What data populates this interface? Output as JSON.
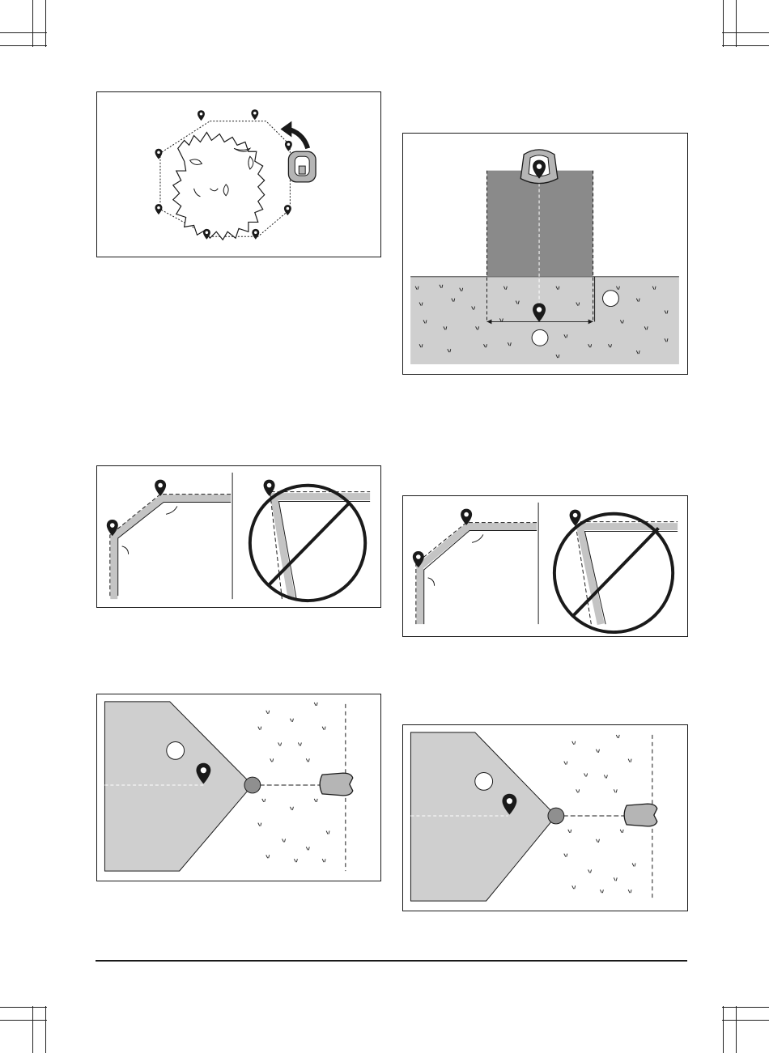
{
  "page": {
    "footer_text": ""
  },
  "colors": {
    "ink": "#1a1a1a",
    "grass": "#cfcfcf",
    "dark_area": "#8a8a8a",
    "wire_path": "#c4c4c4",
    "ball": "#8f8f8f",
    "mower": "#b5b5b5"
  },
  "figures": [
    {
      "id": "shrub-boundary-pins",
      "callouts": []
    },
    {
      "id": "dark-area-passage",
      "callouts": [
        "",
        ""
      ]
    },
    {
      "id": "correct-vs-incorrect-corner-left",
      "callouts": []
    },
    {
      "id": "correct-vs-incorrect-corner-right",
      "callouts": []
    },
    {
      "id": "zone-pin-mower-left",
      "callouts": [
        ""
      ]
    },
    {
      "id": "zone-pin-mower-right",
      "callouts": [
        ""
      ]
    }
  ],
  "icons": [
    "location-pin-icon",
    "robotic-mower-icon",
    "rotate-arrow-icon",
    "prohibited-icon",
    "guide-ball-icon",
    "grass-tuft-icon"
  ]
}
